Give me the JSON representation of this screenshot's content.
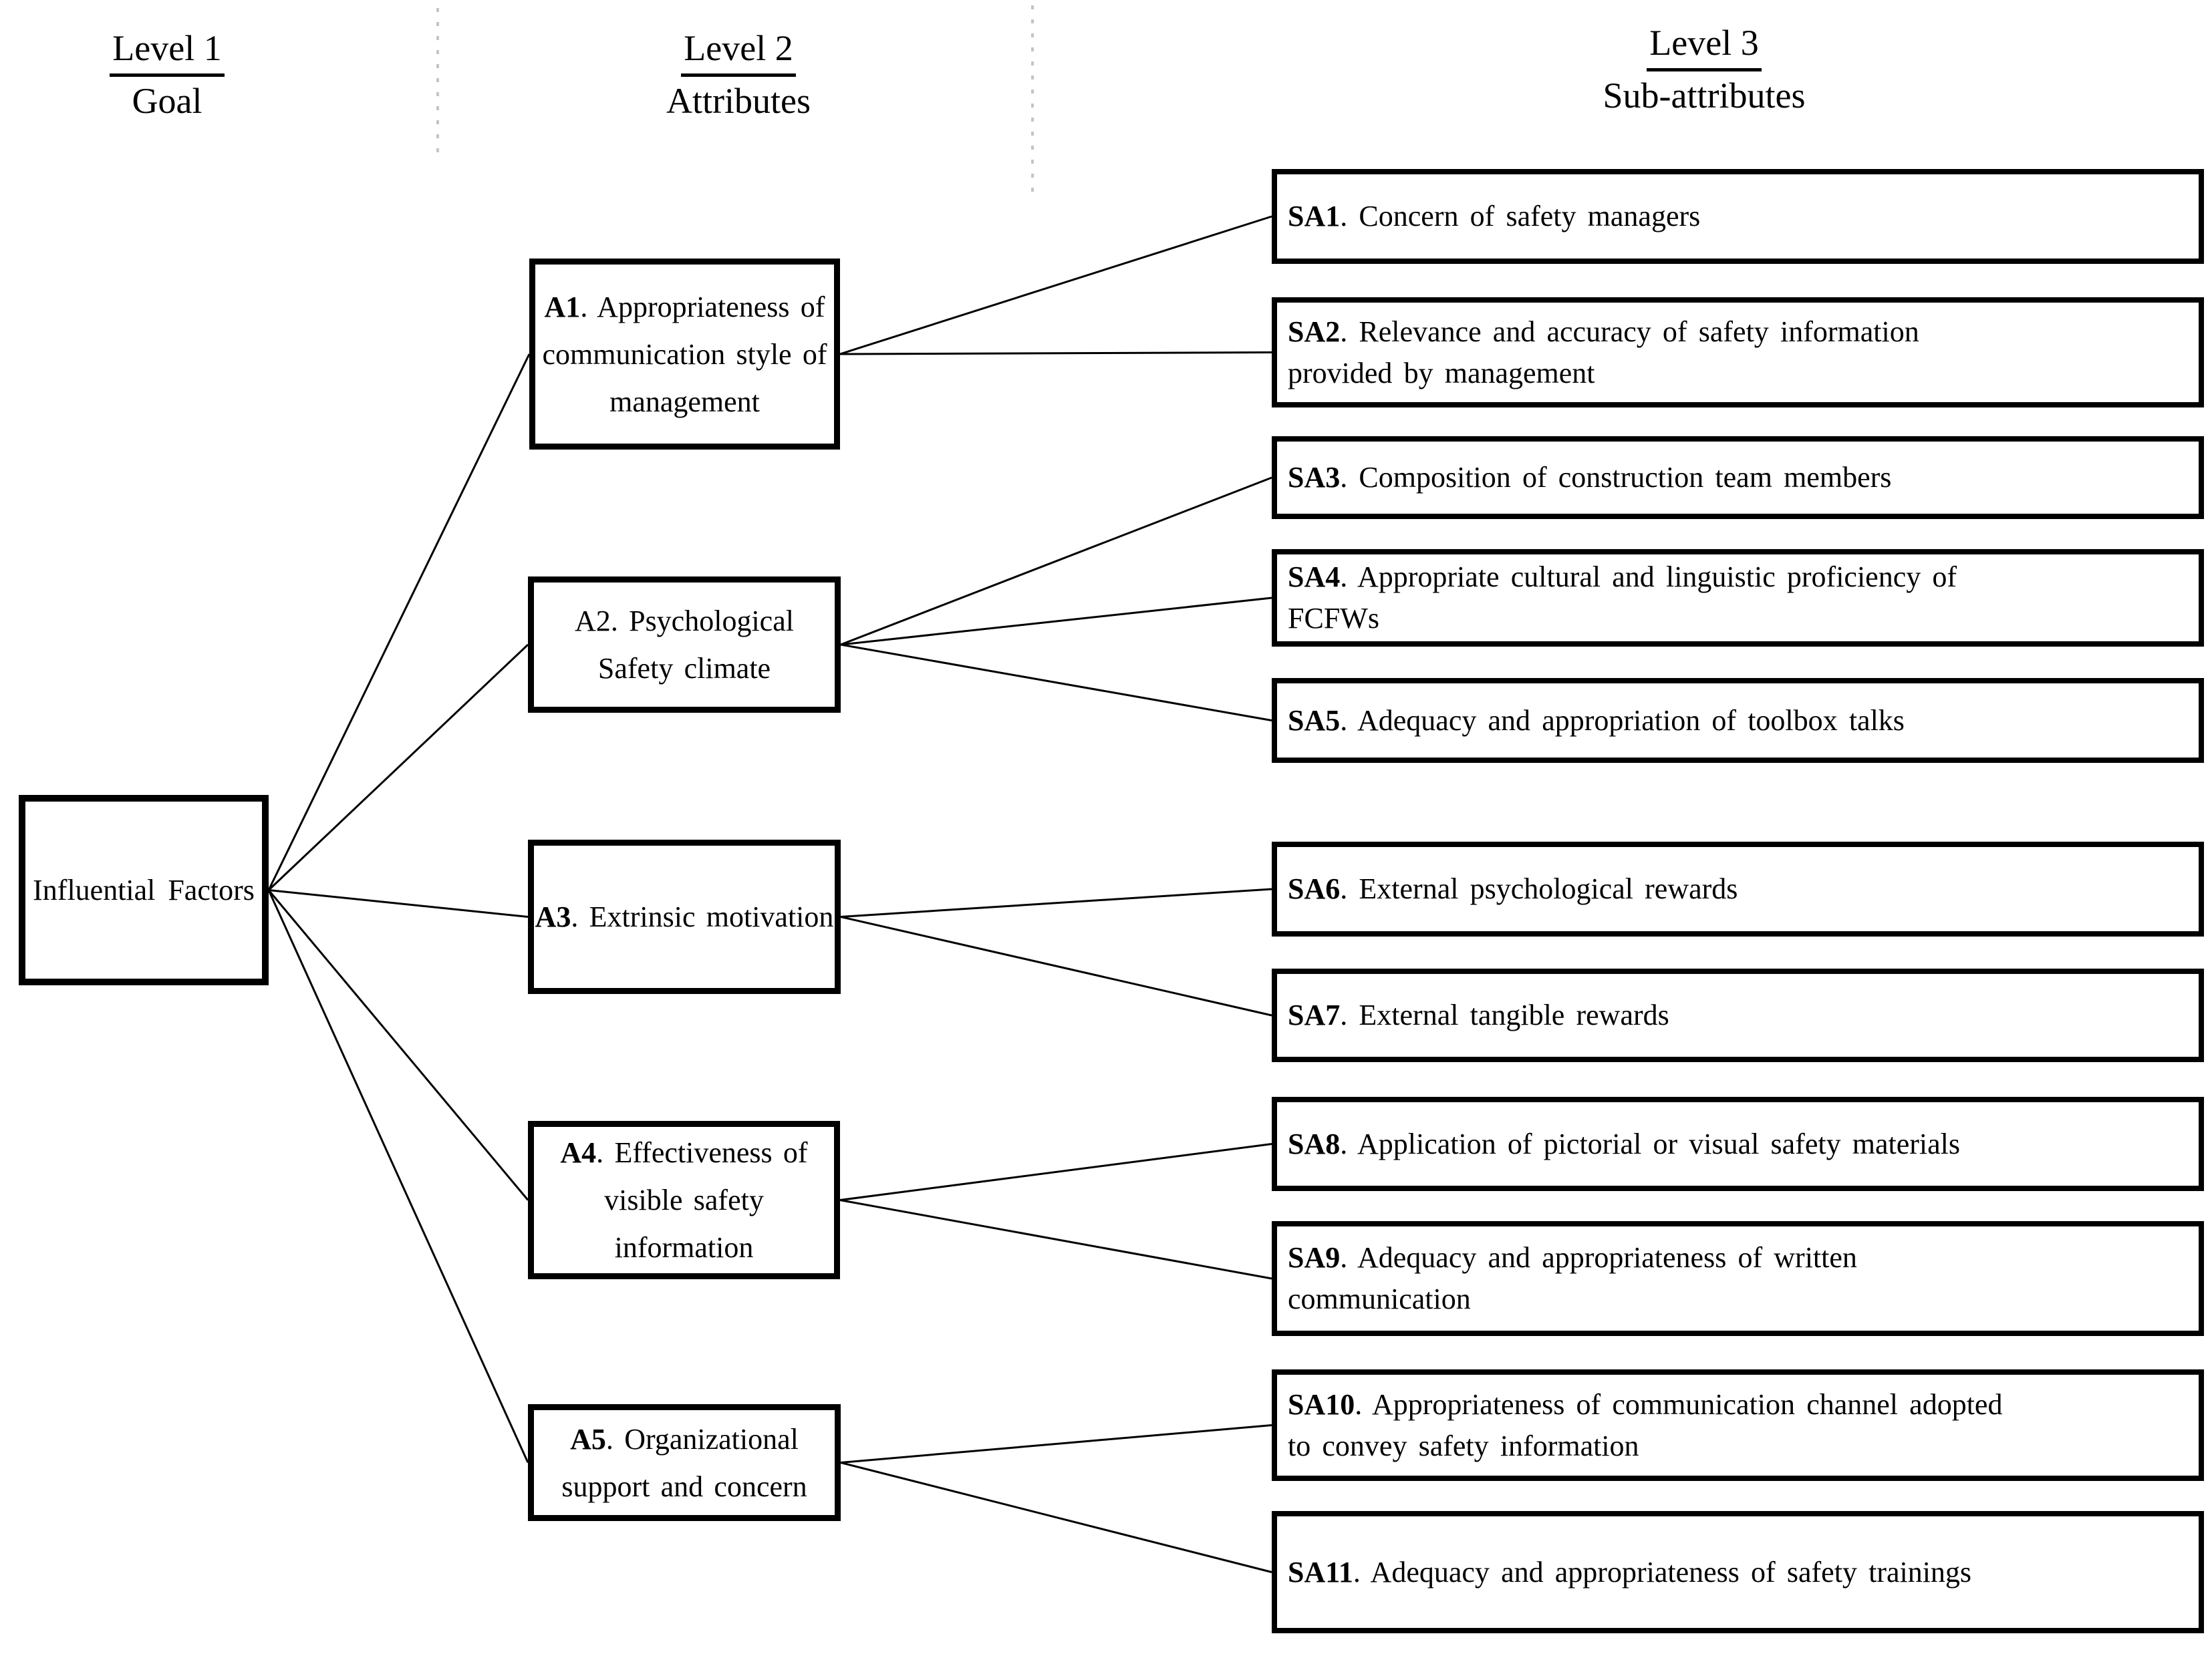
{
  "colors": {
    "background": "#ffffff",
    "text": "#000000",
    "box_border": "#000000",
    "connector": "#000000",
    "divider": "#c4c4c4"
  },
  "headers": [
    {
      "title": "Level 1",
      "subtitle": "Goal"
    },
    {
      "title": "Level 2",
      "subtitle": "Attributes"
    },
    {
      "title": "Level 3",
      "subtitle": "Sub-attributes"
    }
  ],
  "goal": {
    "label": "Influential Factors"
  },
  "attributes": [
    {
      "code": "A1",
      "bold_code": true,
      "lines": [
        ". Appropriateness of",
        "communication style of",
        "management"
      ]
    },
    {
      "code": "A2",
      "bold_code": false,
      "lines": [
        ". Psychological",
        "Safety climate"
      ]
    },
    {
      "code": "A3",
      "bold_code": true,
      "lines": [
        ". Extrinsic motivation"
      ]
    },
    {
      "code": "A4",
      "bold_code": true,
      "lines": [
        ". Effectiveness of",
        "visible safety",
        "information"
      ]
    },
    {
      "code": "A5",
      "bold_code": true,
      "lines": [
        ". Organizational",
        "support and concern"
      ]
    }
  ],
  "sub_attributes": [
    {
      "code": "SA1",
      "lines": [
        ". Concern of safety managers"
      ]
    },
    {
      "code": "SA2",
      "lines": [
        ". Relevance and accuracy of safety information",
        "provided by management"
      ]
    },
    {
      "code": "SA3",
      "lines": [
        ". Composition of construction team members"
      ]
    },
    {
      "code": "SA4",
      "lines": [
        ". Appropriate cultural and linguistic proficiency of",
        "FCFWs"
      ]
    },
    {
      "code": "SA5",
      "lines": [
        ". Adequacy and appropriation of toolbox talks"
      ]
    },
    {
      "code": "SA6",
      "lines": [
        ". External psychological rewards"
      ]
    },
    {
      "code": "SA7",
      "lines": [
        ". External tangible rewards"
      ]
    },
    {
      "code": "SA8",
      "lines": [
        ". Application of pictorial or visual safety materials"
      ]
    },
    {
      "code": "SA9",
      "lines": [
        ". Adequacy and appropriateness of written",
        "communication"
      ]
    },
    {
      "code": "SA10",
      "lines": [
        ". Appropriateness of communication channel adopted",
        "to convey safety information"
      ]
    },
    {
      "code": "SA11",
      "lines": [
        ". Adequacy and appropriateness of safety trainings"
      ]
    }
  ],
  "edges": [
    {
      "from": "goal",
      "to": "A1"
    },
    {
      "from": "goal",
      "to": "A2"
    },
    {
      "from": "goal",
      "to": "A3"
    },
    {
      "from": "goal",
      "to": "A4"
    },
    {
      "from": "goal",
      "to": "A5"
    },
    {
      "from": "A1",
      "to": "SA1"
    },
    {
      "from": "A1",
      "to": "SA2"
    },
    {
      "from": "A2",
      "to": "SA3"
    },
    {
      "from": "A2",
      "to": "SA4"
    },
    {
      "from": "A2",
      "to": "SA5"
    },
    {
      "from": "A3",
      "to": "SA6"
    },
    {
      "from": "A3",
      "to": "SA7"
    },
    {
      "from": "A4",
      "to": "SA8"
    },
    {
      "from": "A4",
      "to": "SA9"
    },
    {
      "from": "A5",
      "to": "SA10"
    },
    {
      "from": "A5",
      "to": "SA11"
    }
  ]
}
